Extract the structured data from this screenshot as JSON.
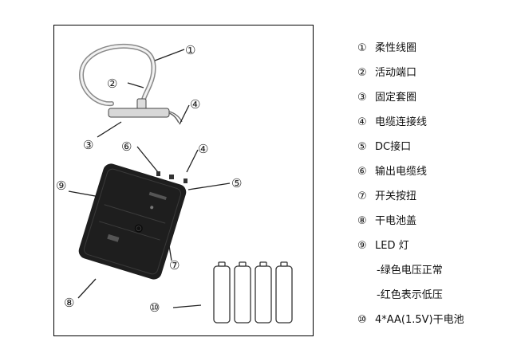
{
  "callouts": [
    "①",
    "②",
    "③",
    "④",
    "⑥",
    "④",
    "⑤",
    "⑨",
    "⑦",
    "⑧",
    "⑩"
  ],
  "legend": [
    {
      "num": "①",
      "text": "柔性线圈"
    },
    {
      "num": "②",
      "text": "活动端口"
    },
    {
      "num": "③",
      "text": "固定套圈"
    },
    {
      "num": "④",
      "text": "电缆连接线"
    },
    {
      "num": "⑤",
      "text": "DC接口"
    },
    {
      "num": "⑥",
      "text": "输出电缆线"
    },
    {
      "num": "⑦",
      "text": "开关按扭"
    },
    {
      "num": "⑧",
      "text": "干电池盖"
    },
    {
      "num": "⑨",
      "text": "LED 灯"
    },
    {
      "num": "",
      "text": "-绿色电压正常"
    },
    {
      "num": "",
      "text": "-红色表示低压"
    },
    {
      "num": "⑩",
      "text": "4*AA(1.5V)干电池"
    }
  ],
  "colors": {
    "ink": "#222222",
    "device": "#1e1e1e",
    "battery_outline": "#333333"
  }
}
